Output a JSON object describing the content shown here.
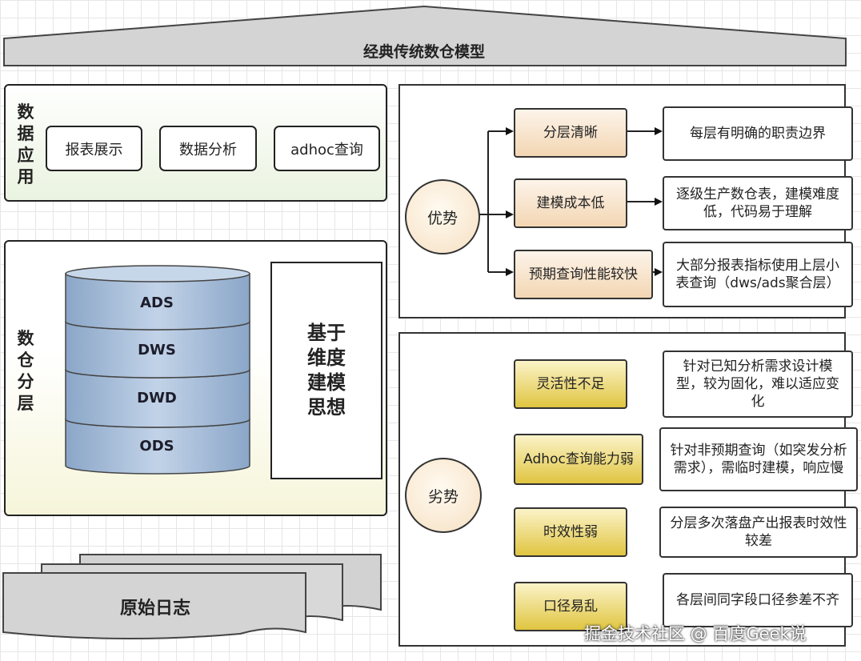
{
  "title": "经典传统数仓模型",
  "application": {
    "label": "数据应用",
    "items": [
      "报表展示",
      "数据分析",
      "adhoc查询"
    ]
  },
  "warehouse": {
    "label": "数仓分层",
    "layers": [
      "ADS",
      "DWS",
      "DWD",
      "ODS"
    ],
    "idea": "基于维度建模思想"
  },
  "raw_log": "原始日志",
  "advantages": {
    "label": "优势",
    "items": [
      {
        "title": "分层清晰",
        "desc": "每层有明确的职责边界"
      },
      {
        "title": "建模成本低",
        "desc": "逐级生产数仓表，建模难度低，代码易于理解"
      },
      {
        "title": "预期查询性能较快",
        "desc": "大部分报表指标使用上层小表查询（dws/ads聚合层）"
      }
    ]
  },
  "disadvantages": {
    "label": "劣势",
    "items": [
      {
        "title": "灵活性不足",
        "desc": "针对已知分析需求设计模型，较为固化，难以适应变化"
      },
      {
        "title": "Adhoc查询能力弱",
        "desc": "针对非预期查询（如突发分析需求），需临时建模，响应慢"
      },
      {
        "title": "时效性弱",
        "desc": "分层多次落盘产出报表时效性较差"
      },
      {
        "title": "口径易乱",
        "desc": "各层间同字段口径参差不齐"
      }
    ]
  },
  "watermark": "掘金技术社区 @ 百度Geek说",
  "colors": {
    "app_panel": "#eef5e6",
    "layer_fill": "#a9bfda",
    "advantage_node": "#f3d6b3",
    "disadvantage_node": "#e0c541"
  }
}
